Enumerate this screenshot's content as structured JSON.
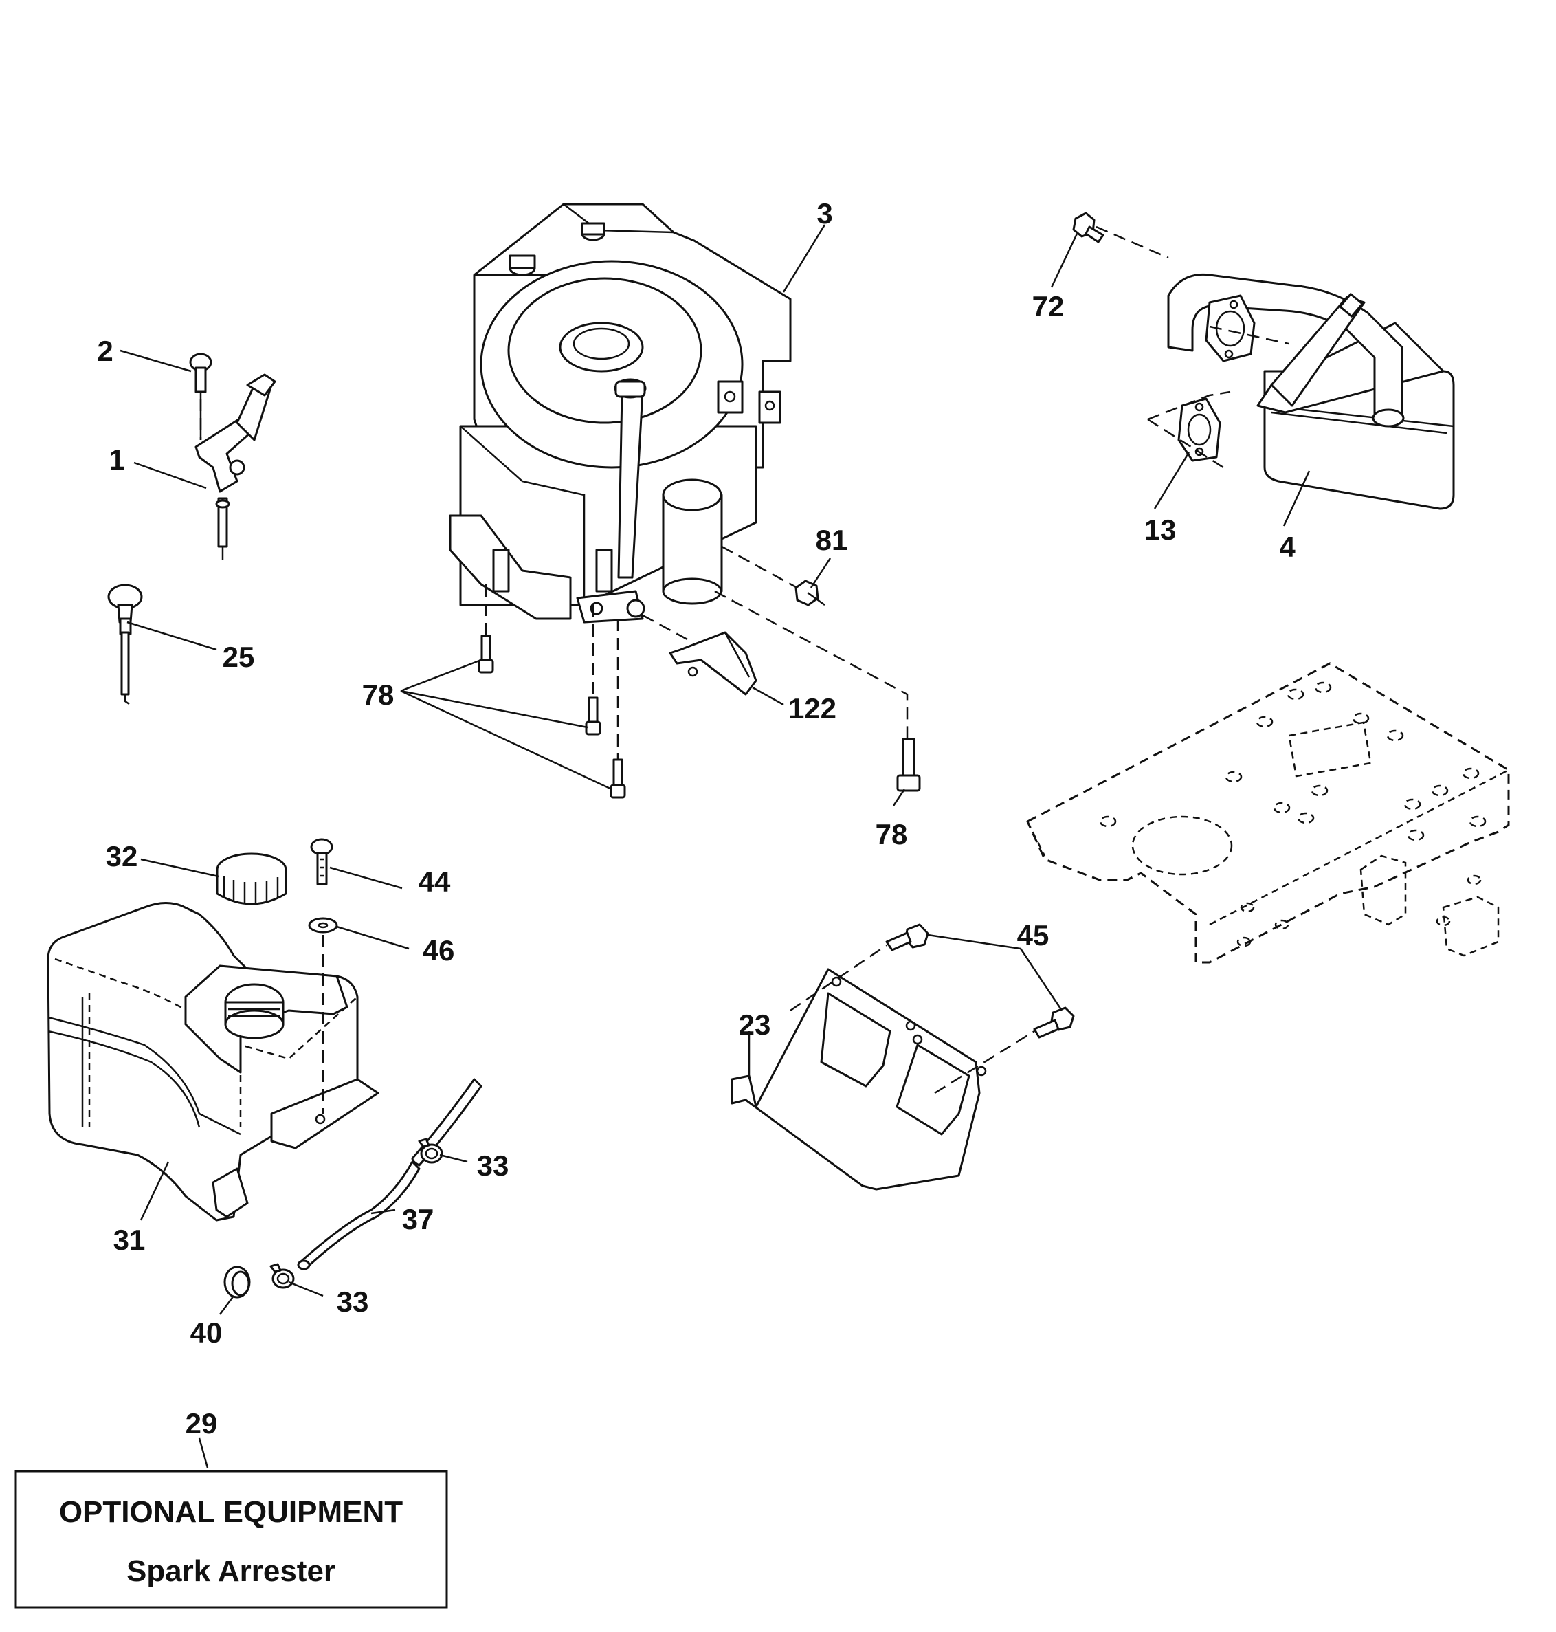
{
  "callouts": {
    "c1": "1",
    "c2": "2",
    "c3": "3",
    "c4": "4",
    "c13": "13",
    "c23": "23",
    "c25": "25",
    "c29": "29",
    "c31": "31",
    "c32": "32",
    "c33a": "33",
    "c33b": "33",
    "c37": "37",
    "c40": "40",
    "c44": "44",
    "c45": "45",
    "c46": "46",
    "c72": "72",
    "c78a": "78",
    "c78b": "78",
    "c81": "81",
    "c122": "122"
  },
  "optional_box": {
    "title": "OPTIONAL EQUIPMENT",
    "subtitle": "Spark Arrester"
  }
}
